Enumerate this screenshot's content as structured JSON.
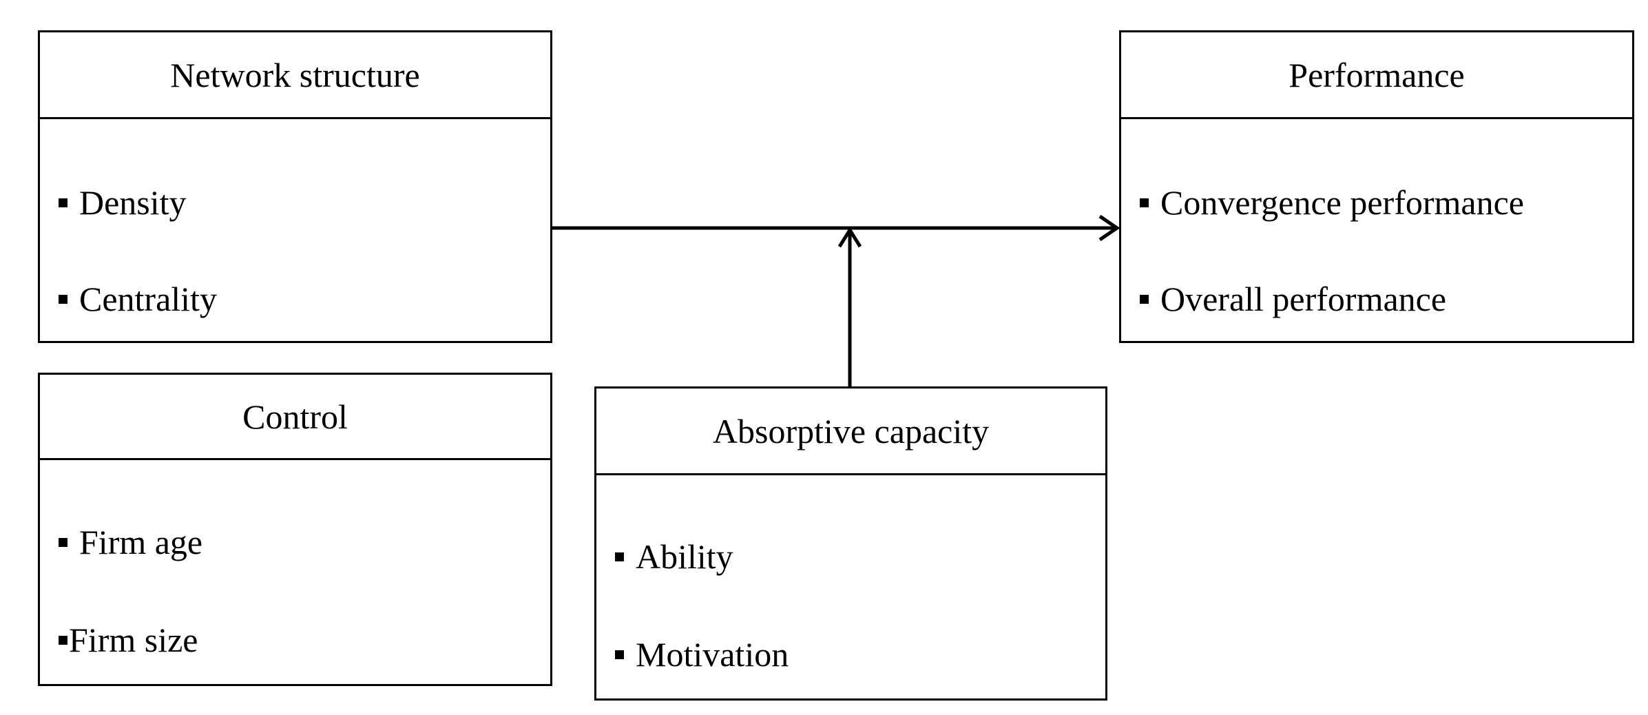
{
  "boxes": {
    "network": {
      "title": "Network structure",
      "items": [
        "Density",
        "Centrality"
      ]
    },
    "performance": {
      "title": "Performance",
      "items": [
        "Convergence performance",
        "Overall performance"
      ]
    },
    "control": {
      "title": "Control",
      "items": [
        "Firm age",
        "Firm size"
      ]
    },
    "absorptive": {
      "title": "Absorptive capacity",
      "items": [
        "Ability",
        "Motivation"
      ]
    }
  }
}
